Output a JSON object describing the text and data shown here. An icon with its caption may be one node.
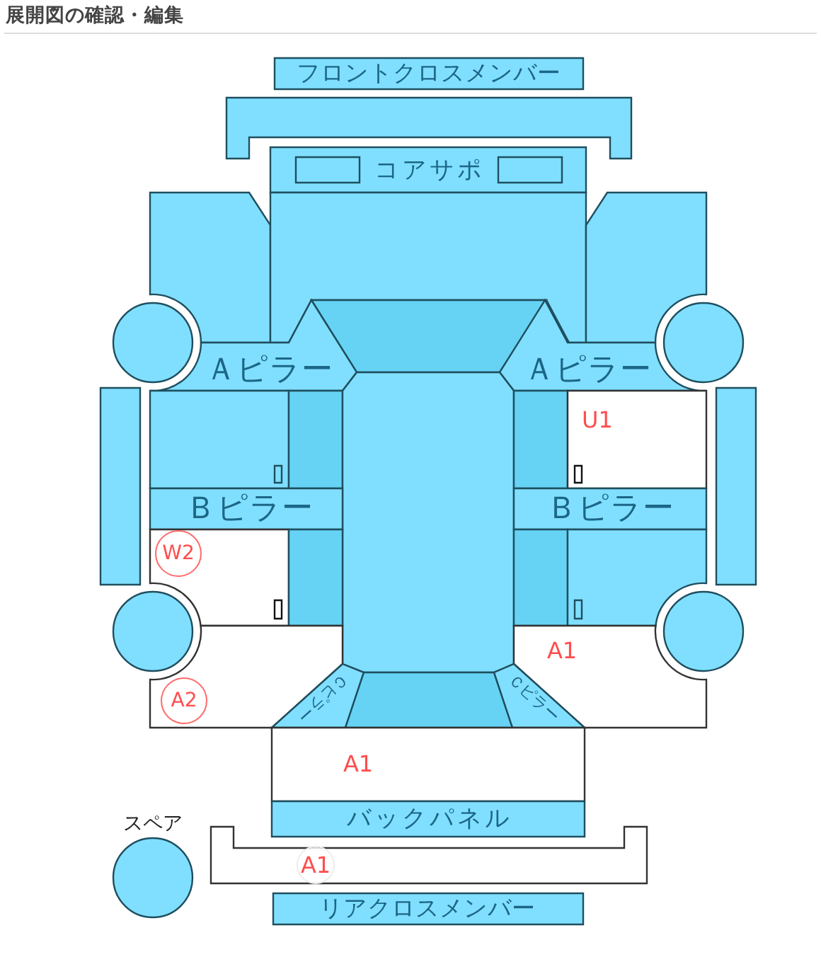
{
  "diagram": {
    "title": "展開図の確認・編集",
    "nodes": [
      {
        "text": [
          "フロントクロスメンバー"
        ]
      },
      {
        "text": [],
        "shape": "box"
      },
      {
        "text": [
          "コアサポ"
        ]
      },
      {
        "text": [],
        "shape": "box",
        "in": 2
      },
      {
        "text": [],
        "shape": "box",
        "in": 2
      },
      {
        "text": [],
        "shape": "box"
      },
      {
        "text": [],
        "shape": "box"
      },
      {
        "text": [],
        "shape": "box"
      },
      {
        "text": [],
        "shape": "circle"
      },
      {
        "text": [],
        "shape": "trapezoid"
      },
      {
        "text": [],
        "shape": "circle"
      },
      {
        "text": [
          "Ａピラー"
        ]
      },
      {
        "text": [
          "Ａピラー"
        ]
      },
      {
        "text": [],
        "shape": "bar"
      },
      {
        "text": [],
        "shape": "box"
      },
      {
        "text": [],
        "shape": "box"
      },
      {
        "text": [],
        "shape": "box"
      },
      {
        "text": [],
        "shape": "box"
      },
      {
        "text": [
          "U1"
        ]
      },
      {
        "text": [],
        "shape": "bar"
      },
      {
        "text": [],
        "shape": "box",
        "in": 14
      },
      {
        "text": [],
        "shape": "box",
        "in": 18
      },
      {
        "text": [
          "Ｂピラー"
        ]
      },
      {
        "text": [
          "Ｂピラー"
        ]
      },
      {
        "text": [],
        "shape": "box"
      },
      {
        "text": [
          "W2"
        ],
        "in": 24
      },
      {
        "text": [],
        "shape": "box"
      },
      {
        "text": [],
        "shape": "box"
      },
      {
        "text": [],
        "shape": "box"
      },
      {
        "text": [],
        "shape": "box",
        "in": 24
      },
      {
        "text": [],
        "shape": "box",
        "in": 28
      },
      {
        "text": [],
        "shape": "circle"
      },
      {
        "text": [],
        "shape": "circle"
      },
      {
        "text": [],
        "shape": "box"
      },
      {
        "text": [
          "A2"
        ],
        "in": 33
      },
      {
        "text": [
          "A1"
        ]
      },
      {
        "text": [
          "Ｃピラー"
        ]
      },
      {
        "text": [],
        "shape": "trapezoid"
      },
      {
        "text": [
          "Ｃピラー"
        ]
      },
      {
        "text": [
          "A1"
        ]
      },
      {
        "text": [
          "バックパネル"
        ]
      },
      {
        "text": [
          "スペア"
        ]
      },
      {
        "text": [
          "A1"
        ]
      },
      {
        "text": [
          "リアクロスメンバー"
        ]
      }
    ]
  }
}
